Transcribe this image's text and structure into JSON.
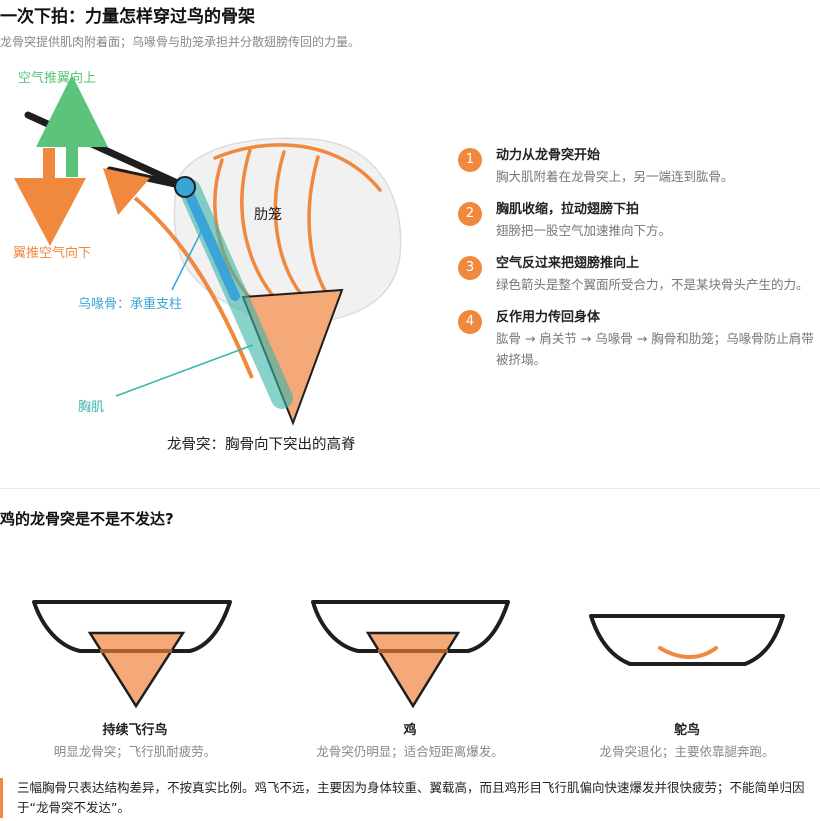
{
  "header": {
    "title": "一次下拍：力量怎样穿过鸟的骨架",
    "subtitle": "龙骨突提供肌肉附着面；乌喙骨与肋笼承担并分散翅膀传回的力量。"
  },
  "diagram": {
    "air_push_up": "空气推翼向上",
    "wing_push_down": "翼推空气向下",
    "rib_cage": "肋笼",
    "coracoid": "乌喙骨：承重支柱",
    "pectoral": "胸肌",
    "keel": "龙骨突：胸骨向下突出的高脊",
    "colors": {
      "green": "#5cc47a",
      "orange": "#f0883e",
      "blue": "#3aa3d8",
      "teal": "#37b5a8",
      "dark": "#1e1e1e"
    }
  },
  "steps": [
    {
      "num": "1",
      "head": "动力从龙骨突开始",
      "desc": "胸大肌附着在龙骨突上，另一端连到肱骨。"
    },
    {
      "num": "2",
      "head": "胸肌收缩，拉动翅膀下拍",
      "desc": "翅膀把一股空气加速推向下方。"
    },
    {
      "num": "3",
      "head": "空气反过来把翅膀推向上",
      "desc": "绿色箭头是整个翼面所受合力，不是某块骨头产生的力。"
    },
    {
      "num": "4",
      "head": "反作用力传回身体",
      "desc": "肱骨 → 肩关节 → 乌喙骨 → 胸骨和肋笼；乌喙骨防止肩带被挤塌。"
    }
  ],
  "comparison": {
    "title": "鸡的龙骨突是不是不发达?",
    "panels": [
      {
        "name": "持续飞行鸟",
        "sub": "明显龙骨突；飞行肌耐疲劳。"
      },
      {
        "name": "鸡",
        "sub": "龙骨突仍明显；适合短距离爆发。"
      },
      {
        "name": "鸵鸟",
        "sub": "龙骨突退化；主要依靠腿奔跑。"
      }
    ]
  },
  "note": "三幅胸骨只表达结构差异，不按真实比例。鸡飞不远，主要因为身体较重、翼载高，而且鸡形目飞行肌偏向快速爆发并很快疲劳；不能简单归因于“龙骨突不发达”。"
}
